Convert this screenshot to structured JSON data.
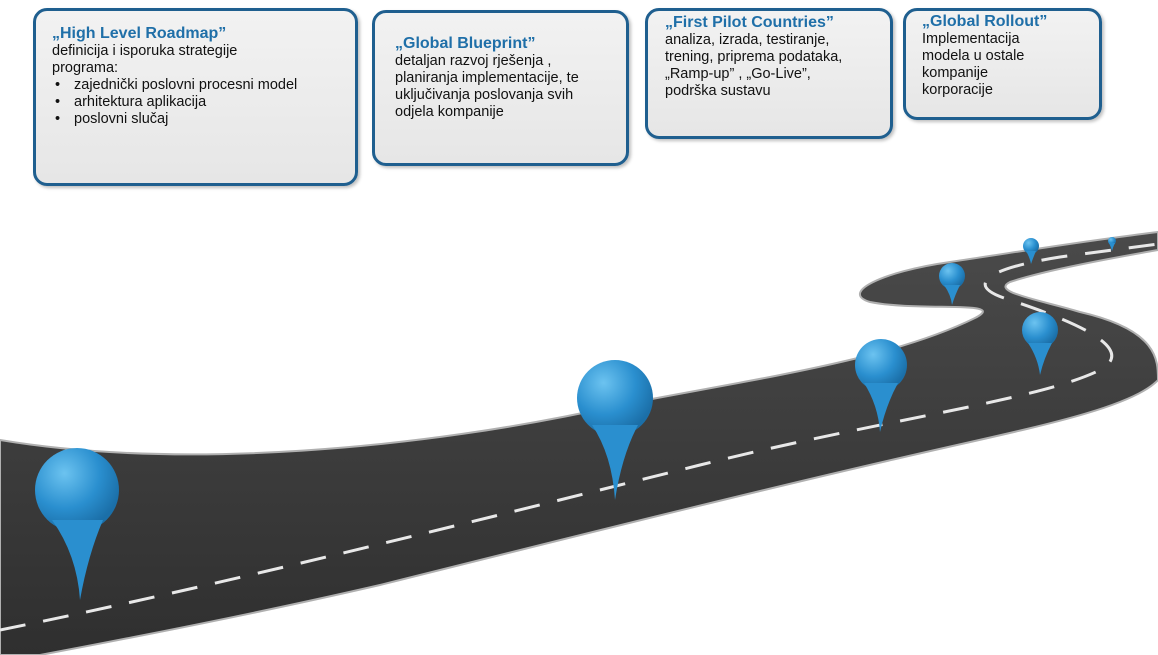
{
  "boxes": [
    {
      "title": "„High Level Roadmap”",
      "text_lines": [
        "definicija i isporuka strategije",
        "programa:"
      ],
      "bullets": [
        "zajednički poslovni procesni model",
        "arhitektura aplikacija",
        "poslovni slučaj"
      ]
    },
    {
      "title": "„Global Blueprint”",
      "text_lines": [
        "detaljan razvoj rješenja ,",
        "planiranja implementacije, te",
        "uključivanja poslovanja svih",
        "odjela kompanije"
      ]
    },
    {
      "title": "„First Pilot Countries”",
      "text_lines": [
        "analiza, izrada, testiranje,",
        "trening, priprema podataka,",
        "„Ramp-up” , „Go-Live”,",
        "podrška sustavu"
      ]
    },
    {
      "title": "„Global Rollout”",
      "text_lines": [
        "Implementacija",
        "modela u ostale",
        "kompanije",
        "korporacije"
      ]
    }
  ],
  "colors": {
    "box_border": "#1f5f8f",
    "title": "#1f6fa8",
    "road": "#3a3a3a",
    "road_edge": "#9a9a9a",
    "pin": "#2a8fcf"
  },
  "icons": [
    "map-pin-icon"
  ]
}
